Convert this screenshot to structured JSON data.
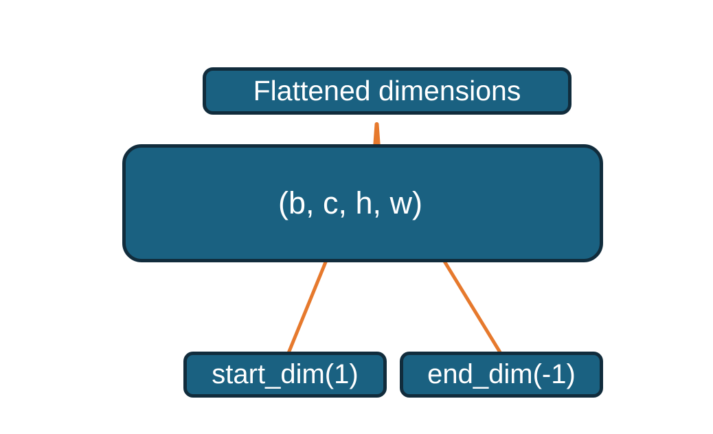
{
  "diagram": {
    "colors": {
      "background": "#ffffff",
      "node_fill": "#1a6181",
      "node_border": "#112c3c",
      "accent_orange": "#e6792d",
      "label_text": "#ffffff"
    },
    "nodes": {
      "flattened": {
        "label": "Flattened dimensions"
      },
      "tensor": {
        "label": "(b, c, h, w)"
      },
      "start_dim": {
        "label": "start_dim(1)"
      },
      "end_dim": {
        "label": "end_dim(-1)"
      }
    }
  }
}
